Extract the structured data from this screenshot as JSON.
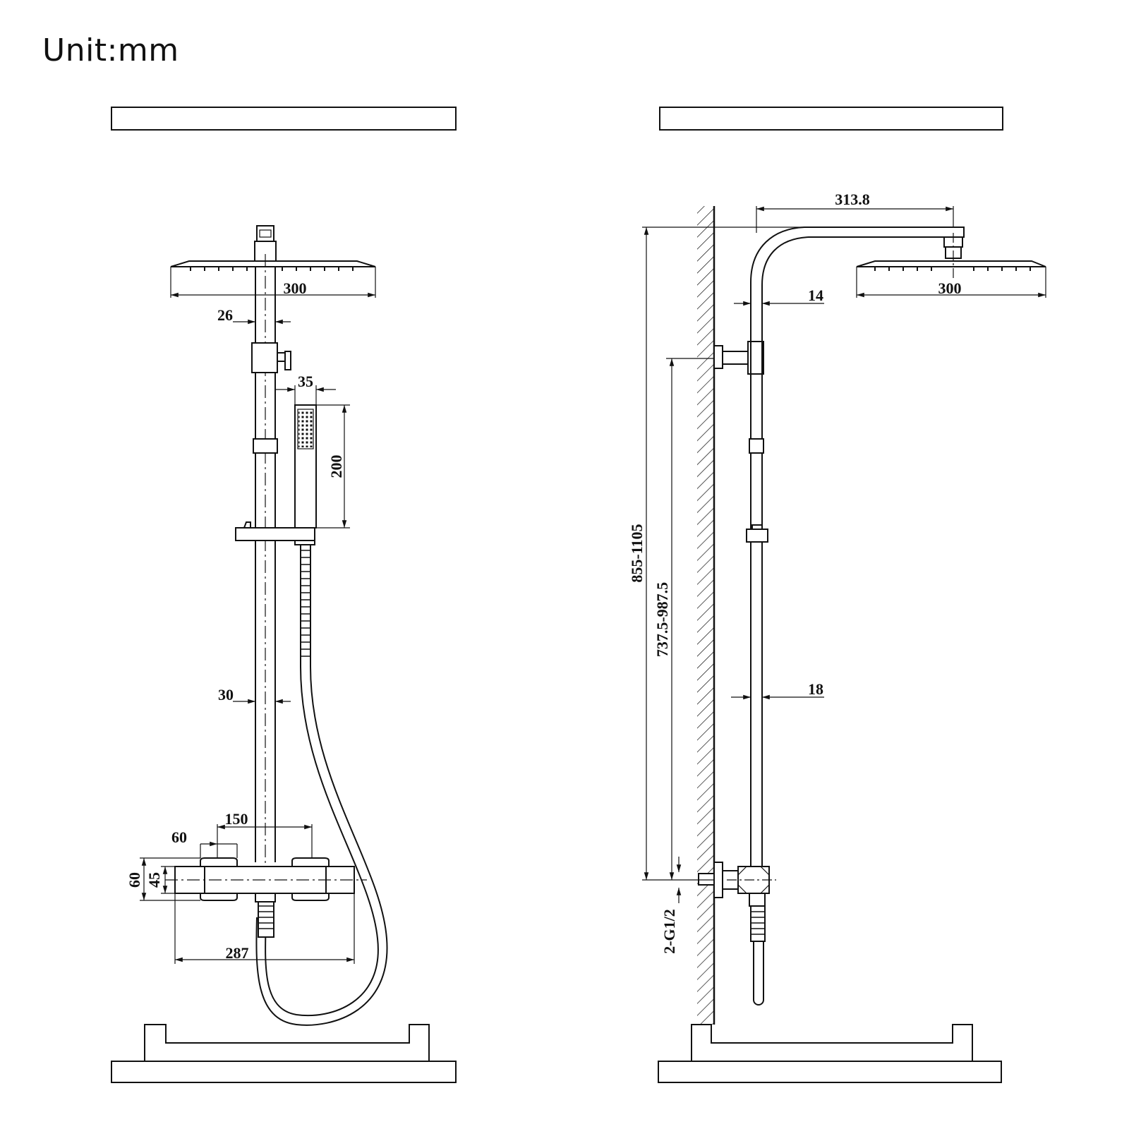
{
  "unit_label": "Unit:mm",
  "front_view": {
    "dim_head_width": "300",
    "dim_arm_26": "26",
    "dim_hand_width": "35",
    "dim_hand_length": "200",
    "dim_rail": "30",
    "dim_valve_spacing": "150",
    "dim_knob": "60",
    "dim_valve_height_outer": "60",
    "dim_valve_height_inner": "45",
    "dim_valve_length": "287"
  },
  "side_view": {
    "dim_arm_reach": "313.8",
    "dim_head_width": "300",
    "dim_upper_pipe": "14",
    "dim_lower_pipe": "18",
    "dim_total_height": "855-1105",
    "dim_rail_height": "737.5-987.5",
    "dim_inlet": "2-G1/2"
  }
}
